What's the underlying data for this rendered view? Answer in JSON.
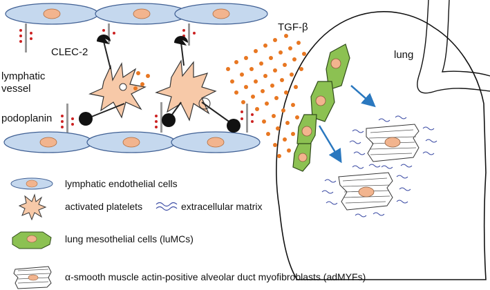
{
  "labels": {
    "clec2": "CLEC-2",
    "lymphatic_vessel_line1": "lymphatic",
    "lymphatic_vessel_line2": "vessel",
    "podoplanin": "podoplanin",
    "tgfb": "TGF-β",
    "lung": "lung"
  },
  "legend": {
    "endothelial": "lymphatic endothelial cells",
    "platelets": "activated platelets",
    "ecm": "extracellular matrix",
    "mesothelial": "lung mesothelial cells (luMCs)",
    "adMYF": "α-smooth muscle actin-positive alveolar duct myofibroblasts (adMYFs)"
  },
  "colors": {
    "endothelial_fill": "#c5d8ee",
    "endothelial_stroke": "#3f5f93",
    "nucleus": "#f2b48e",
    "platelet": "#f7c9a8",
    "tgf_dot": "#e87722",
    "mesothelial": "#8cc152",
    "arrow": "#2a78bf",
    "ecm": "#3f4fa6",
    "receptor": "#cc2222"
  }
}
